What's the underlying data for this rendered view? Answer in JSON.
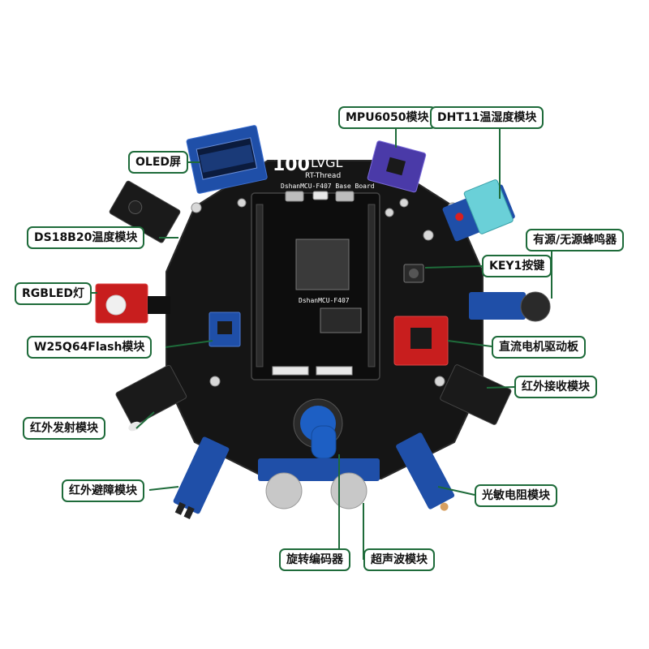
{
  "board": {
    "logo_number": "100",
    "logo_lvgl": "LVGL",
    "logo_rtthread": "RT-Thread",
    "board_name": "DshanMCU-F407 Base Board",
    "mcu_name": "DshanMCU-F407"
  },
  "labels": {
    "oled": "OLED屏",
    "mpu6050": "MPU6050模块",
    "dht11": "DHT11温湿度模块",
    "ds18b20": "DS18B20温度模块",
    "buzzer": "有源/无源蜂鸣器",
    "key1": "KEY1按键",
    "rgbled": "RGBLED灯",
    "flash": "W25Q64Flash模块",
    "motor": "直流电机驱动板",
    "ir_recv": "红外接收模块",
    "ir_send": "红外发射模块",
    "ir_avoid": "红外避障模块",
    "photo": "光敏电阻模块",
    "encoder": "旋转编码器",
    "ultrasonic": "超声波模块"
  },
  "colors": {
    "label_border": "#1e6b3a",
    "leader_line": "#1e6b3a",
    "pcb": "#151515",
    "module_blue": "#1f4fa8",
    "module_red": "#c81e1e",
    "knob_blue": "#1d5fc4"
  }
}
